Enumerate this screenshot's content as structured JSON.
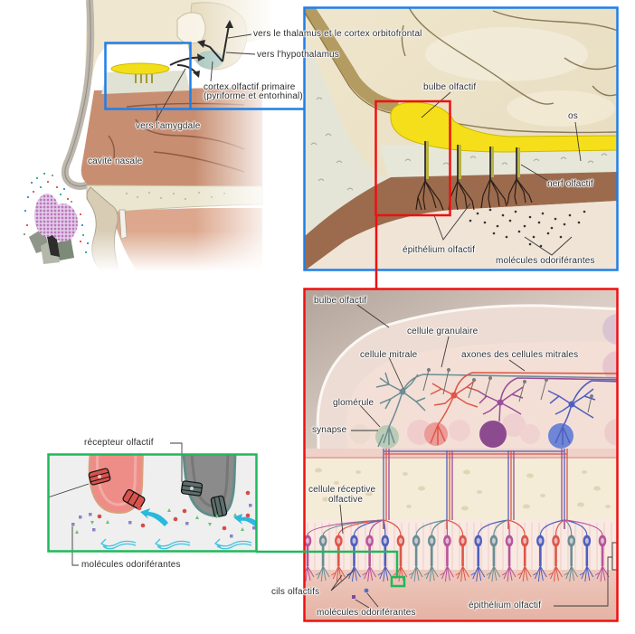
{
  "frame_colors": {
    "overview": "#1f7fe8",
    "bulb_detail": "#ee1111",
    "receptor_detail": "#20b85c"
  },
  "nasal_overview": {
    "labels": {
      "thalamus": "vers le thalamus et le cortex orbitofrontal",
      "hypothalamus": "vers l'hypothalamus",
      "cortex_line1": "cortex olfactif primaire",
      "cortex_line2": "(pyriforme et entorhinal)",
      "amygdala": "vers l'amygdale",
      "nasal_cavity": "cavité nasale"
    }
  },
  "olfactory_region": {
    "labels": {
      "bulb": "bulbe olfactif",
      "bone": "os",
      "nerve": "nerf olfactif",
      "epithelium": "épithélium olfactif",
      "molecules": "molécules odoriférantes"
    }
  },
  "bulb_section": {
    "labels": {
      "bulb": "bulbe olfactif",
      "granule_cell": "cellule granulaire",
      "mitral_cell": "cellule mitrale",
      "mitral_axons": "axones des cellules mitrales",
      "glomerulus": "glomérule",
      "synapse": "synapse",
      "receptor_cell_line1": "cellule réceptive",
      "receptor_cell_line2": "olfactive",
      "cilia": "cils olfactifs",
      "molecules": "molécules odoriférantes",
      "epithelium": "épithélium olfactif"
    },
    "neuron_colors": {
      "teal": "#6b8e94",
      "red": "#de5647",
      "purple": "#9a4d9a",
      "blue": "#4f5fbf",
      "magenta": "#b8549a"
    },
    "receptor_cells": [
      "magenta",
      "teal",
      "red",
      "blue",
      "magenta",
      "blue",
      "red",
      "teal",
      "teal",
      "magenta",
      "red",
      "blue",
      "teal",
      "magenta",
      "red",
      "blue",
      "red",
      "teal",
      "blue",
      "magenta"
    ]
  },
  "receptor_closeup": {
    "labels": {
      "receptor": "récepteur olfactif",
      "molecules": "molécules odoriférantes"
    }
  }
}
